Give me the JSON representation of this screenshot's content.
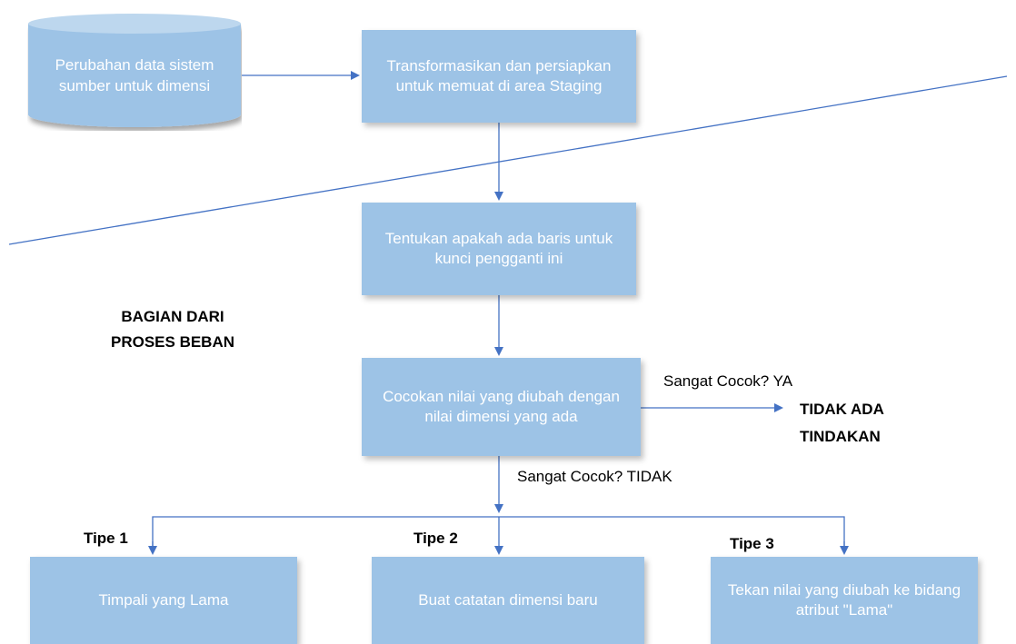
{
  "colors": {
    "box_fill": "#9dc3e6",
    "box_text": "#ffffff",
    "connector": "#4472c4"
  },
  "nodes": {
    "source": "Perubahan data sistem sumber untuk dimensi",
    "transform": "Transformasikan dan persiapkan untuk memuat di area Staging",
    "determine": "Tentukan apakah ada baris untuk kunci pengganti ini",
    "match": "Cocokan nilai yang diubah dengan nilai dimensi yang ada",
    "type1": "Timpali yang Lama",
    "type2": "Buat catatan dimensi baru",
    "type3": "Tekan nilai yang diubah ke bidang atribut \"Lama\""
  },
  "labels": {
    "section_line1": "BAGIAN DARI",
    "section_line2": "PROSES BEBAN",
    "match_yes": "Sangat Cocok? YA",
    "no_action_line1": "TIDAK ADA",
    "no_action_line2": "TINDAKAN",
    "match_no": "Sangat Cocok? TIDAK",
    "type1": "Tipe 1",
    "type2": "Tipe 2",
    "type3": "Tipe 3"
  }
}
